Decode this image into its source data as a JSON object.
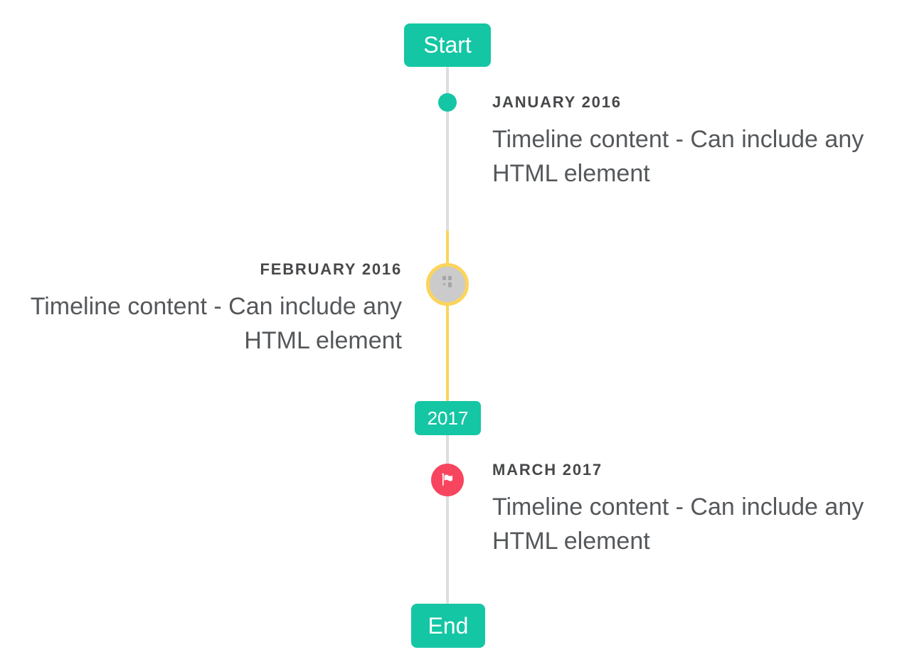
{
  "colors": {
    "accent_teal": "#14C6A4",
    "accent_pink": "#F8455F",
    "accent_yellow": "#FBD45C",
    "line_gray": "#DDDDDD",
    "image_circle_fill": "#CBCBCB",
    "glyph_gray": "#A6A6A6",
    "title_text": "#47484A",
    "body_text": "#55585B",
    "badge_text": "#FFFFFF",
    "page_bg": "#FFFFFF"
  },
  "timeline": {
    "start_label": "Start",
    "end_label": "End",
    "year_badge": "2017",
    "items": [
      {
        "title": "JANUARY 2016",
        "content": "Timeline content - Can include any HTML element",
        "side": "right",
        "marker": "teal-dot"
      },
      {
        "title": "FEBRUARY 2016",
        "content": "Timeline content - Can include any HTML element",
        "side": "left",
        "marker": "gray-image-circle-yellow-ring"
      },
      {
        "title": "MARCH 2017",
        "content": "Timeline content - Can include any HTML element",
        "side": "right",
        "marker": "pink-flag-dot"
      }
    ]
  }
}
